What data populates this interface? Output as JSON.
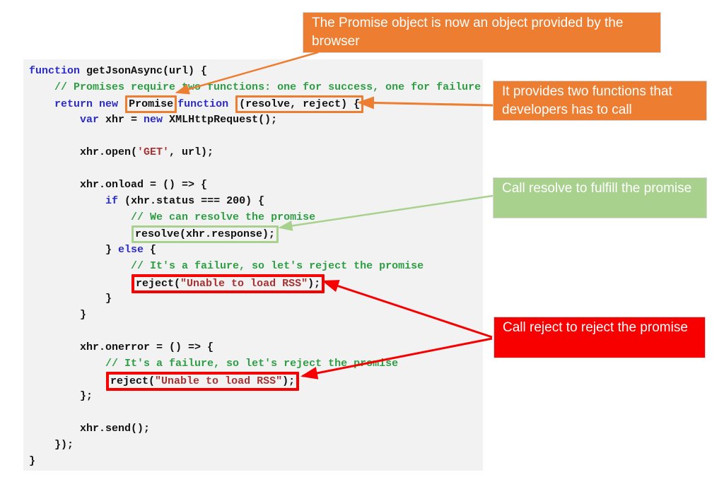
{
  "colors": {
    "orange": "#ED7D31",
    "green": "#A9D18E",
    "red": "#F80000",
    "code_background": "#F2F2F2",
    "keyword": "#2B2BCD",
    "comment": "#2E9E44",
    "string": "#A83232",
    "code_text": "#111111"
  },
  "callouts": {
    "promise_object": {
      "text": "The Promise object is now an object provided by the browser"
    },
    "two_functions": {
      "text": "It provides two functions that developers has to call"
    },
    "call_resolve": {
      "text": "Call resolve to fulfill the promise"
    },
    "call_reject": {
      "text": "Call reject to reject the promise"
    }
  },
  "code": {
    "lines": [
      [
        {
          "t": "function",
          "c": "k"
        },
        {
          "t": " getJsonAsync(url) {",
          "c": "p"
        }
      ],
      [
        {
          "t": "    ",
          "c": "p"
        },
        {
          "t": "// Promises require two functions: one for success, one for failure",
          "c": "c"
        }
      ],
      [
        {
          "t": "    ",
          "c": "p"
        },
        {
          "t": "return",
          "c": "k"
        },
        {
          "t": " ",
          "c": "p"
        },
        {
          "t": "new",
          "c": "k"
        },
        {
          "t": " ",
          "c": "p"
        },
        {
          "b": "orange",
          "n": "promise-highlight",
          "seg": [
            {
              "t": "Promise",
              "c": "p"
            }
          ]
        },
        {
          "t": "function",
          "c": "k"
        },
        {
          "t": " ",
          "c": "p"
        },
        {
          "b": "orange",
          "n": "resolve-reject-params-highlight",
          "seg": [
            {
              "t": "(resolve, reject) {",
              "c": "p"
            }
          ]
        }
      ],
      [
        {
          "t": "        ",
          "c": "p"
        },
        {
          "t": "var",
          "c": "k"
        },
        {
          "t": " xhr = ",
          "c": "p"
        },
        {
          "t": "new",
          "c": "k"
        },
        {
          "t": " XMLHttpRequest();",
          "c": "p"
        }
      ],
      [],
      [
        {
          "t": "        xhr.open(",
          "c": "p"
        },
        {
          "t": "'GET'",
          "c": "s"
        },
        {
          "t": ", url);",
          "c": "p"
        }
      ],
      [],
      [
        {
          "t": "        xhr.onload = () => {",
          "c": "p"
        }
      ],
      [
        {
          "t": "            ",
          "c": "p"
        },
        {
          "t": "if",
          "c": "k"
        },
        {
          "t": " (xhr.status === 200) {",
          "c": "p"
        }
      ],
      [
        {
          "t": "                ",
          "c": "p"
        },
        {
          "t": "// We can resolve the promise",
          "c": "c"
        }
      ],
      [
        {
          "t": "                ",
          "c": "p"
        },
        {
          "b": "green",
          "n": "resolve-call-highlight",
          "seg": [
            {
              "t": "resolve(xhr.response);",
              "c": "p"
            }
          ]
        }
      ],
      [
        {
          "t": "            } ",
          "c": "p"
        },
        {
          "t": "else",
          "c": "k"
        },
        {
          "t": " {",
          "c": "p"
        }
      ],
      [
        {
          "t": "                ",
          "c": "p"
        },
        {
          "t": "// It's a failure, so let's reject the promise",
          "c": "c"
        }
      ],
      [
        {
          "t": "                ",
          "c": "p"
        },
        {
          "b": "red",
          "n": "reject-call-highlight-1",
          "seg": [
            {
              "t": "reject(",
              "c": "p"
            },
            {
              "t": "\"Unable to load RSS\"",
              "c": "s"
            },
            {
              "t": ");",
              "c": "p"
            }
          ]
        }
      ],
      [
        {
          "t": "            }",
          "c": "p"
        }
      ],
      [
        {
          "t": "        }",
          "c": "p"
        }
      ],
      [],
      [
        {
          "t": "        xhr.onerror = () => {",
          "c": "p"
        }
      ],
      [
        {
          "t": "            ",
          "c": "p"
        },
        {
          "t": "// It's a failure, so let's reject the promise",
          "c": "c"
        }
      ],
      [
        {
          "t": "            ",
          "c": "p"
        },
        {
          "b": "red",
          "n": "reject-call-highlight-2",
          "seg": [
            {
              "t": "reject(",
              "c": "p"
            },
            {
              "t": "\"Unable to load RSS\"",
              "c": "s"
            },
            {
              "t": ");",
              "c": "p"
            }
          ]
        }
      ],
      [
        {
          "t": "        };",
          "c": "p"
        }
      ],
      [],
      [
        {
          "t": "        xhr.send();",
          "c": "p"
        }
      ],
      [
        {
          "t": "    });",
          "c": "p"
        }
      ],
      [
        {
          "t": "}",
          "c": "p"
        }
      ]
    ]
  }
}
